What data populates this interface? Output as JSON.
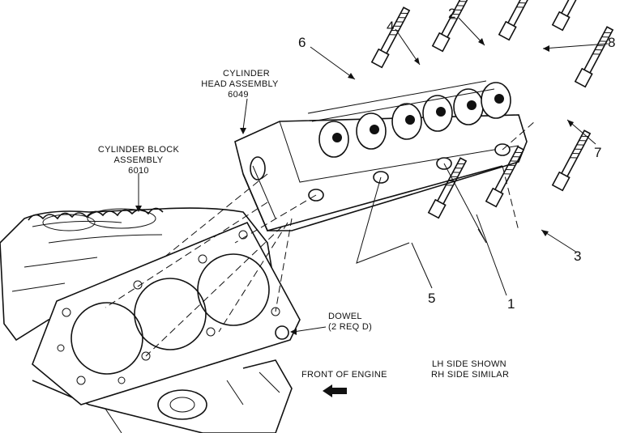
{
  "labels": {
    "cylinder_head_line1": "CYLINDER",
    "cylinder_head_line2": "HEAD ASSEMBLY",
    "cylinder_head_part": "6049",
    "cylinder_block_line1": "CYLINDER BLOCK",
    "cylinder_block_line2": "ASSEMBLY",
    "cylinder_block_part": "6010",
    "dowel_line1": "DOWEL",
    "dowel_line2": "(2 REQ D)",
    "front_of_engine": "FRONT OF ENGINE",
    "side_note_line1": "LH SIDE SHOWN",
    "side_note_line2": "RH SIDE SIMILAR"
  },
  "bolt_numbers": [
    "1",
    "2",
    "3",
    "4",
    "5",
    "6",
    "7",
    "8"
  ],
  "colors": {
    "ink": "#111111",
    "paper": "#ffffff"
  }
}
